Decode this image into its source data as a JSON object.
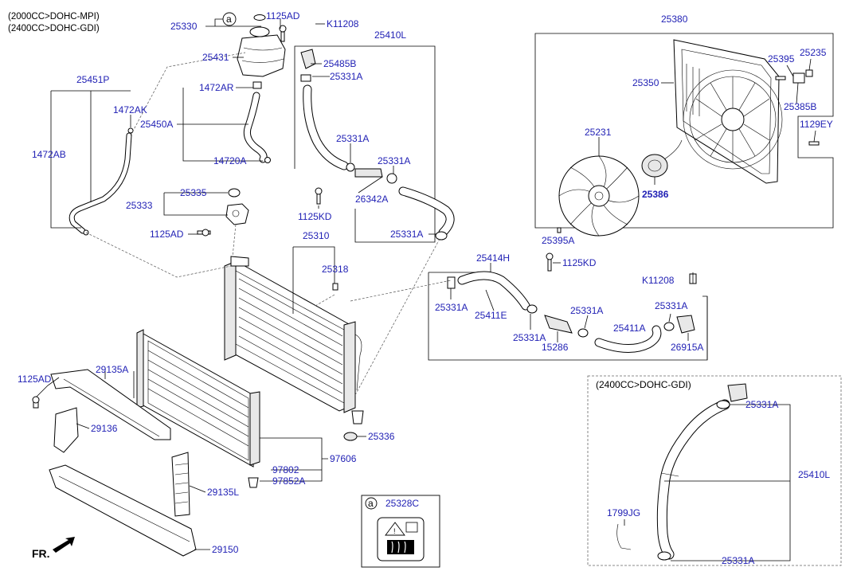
{
  "headers": {
    "engine_mpi": "(2000CC>DOHC-MPI)",
    "engine_gdi": "(2400CC>DOHC-GDI)",
    "gdi_box_title": "(2400CC>DOHC-GDI)",
    "front_label": "FR."
  },
  "callout": {
    "symbol": "a",
    "part": "25328C"
  },
  "labels": {
    "p25330": "25330",
    "p1125AD_top": "1125AD",
    "pK11208_top": "K11208",
    "p25410L_top": "25410L",
    "p25380": "25380",
    "p25431": "25431",
    "p25485B": "25485B",
    "p25331A_1": "25331A",
    "p25451P": "25451P",
    "p1472AR": "1472AR",
    "p1472AK": "1472AK",
    "p25450A": "25450A",
    "p1472AB": "1472AB",
    "p14720A": "14720A",
    "p25331A_2": "25331A",
    "p25331A_3": "25331A",
    "p26342A": "26342A",
    "p1125KD_1": "1125KD",
    "p25335": "25335",
    "p25333": "25333",
    "p1125AD_mid": "1125AD",
    "p25331A_4": "25331A",
    "p25310": "25310",
    "p25318": "25318",
    "p25395": "25395",
    "p25235": "25235",
    "p25350": "25350",
    "p25385B": "25385B",
    "p1129EY": "1129EY",
    "p25231": "25231",
    "p25386": "25386",
    "p25395A": "25395A",
    "p25414H": "25414H",
    "p1125KD_2": "1125KD",
    "pK11208_2": "K11208",
    "p25331A_5": "25331A",
    "p25411E": "25411E",
    "p25331A_6": "25331A",
    "p25331A_7": "25331A",
    "p25331A_8": "25331A",
    "p15286": "15286",
    "p25411A": "25411A",
    "p26915A": "26915A",
    "p1125AD_left": "1125AD",
    "p29135A": "29135A",
    "p29136": "29136",
    "p25336": "25336",
    "p97606": "97606",
    "p97802": "97802",
    "p97852A": "97852A",
    "p29135L": "29135L",
    "p29150": "29150",
    "p25331A_g1": "25331A",
    "p25410L_g": "25410L",
    "p1799JG": "1799JG",
    "p25331A_g2": "25331A"
  },
  "icons": {
    "callout_symbol": "circle-letter-icon",
    "front_arrow": "arrow-icon",
    "warning_label": "hot-coolant-warning-icon"
  }
}
